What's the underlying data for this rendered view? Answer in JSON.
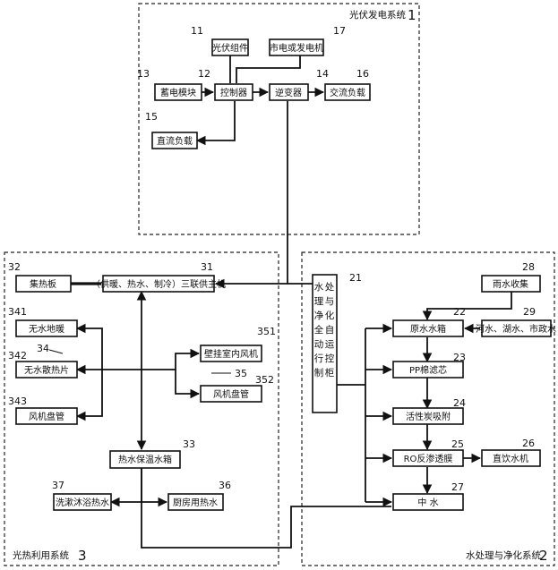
{
  "systems": {
    "pv": {
      "title": "光伏发电系统",
      "num": "1"
    },
    "water": {
      "title": "水处理与净化系统",
      "num": "2"
    },
    "solar": {
      "title": "光热利用系统",
      "num": "3"
    }
  },
  "components": {
    "c11": {
      "num": "11",
      "label": "光伏组件"
    },
    "c17": {
      "num": "17",
      "label": "市电或发电机"
    },
    "c13": {
      "num": "13",
      "label": "蓄电模块"
    },
    "c12": {
      "num": "12",
      "label": "控制器"
    },
    "c14": {
      "num": "14",
      "label": "逆变器"
    },
    "c16": {
      "num": "16",
      "label": "交流负载"
    },
    "c15": {
      "num": "15",
      "label": "直流负载"
    },
    "c21": {
      "num": "21",
      "label": "水处理与净化全自动运行控制柜"
    },
    "c28": {
      "num": "28",
      "label": "雨水收集"
    },
    "c22": {
      "num": "22",
      "label": "原水水箱"
    },
    "c29": {
      "num": "29",
      "label": "河水、湖水、市政水"
    },
    "c23": {
      "num": "23",
      "label": "PP棉滤芯"
    },
    "c24": {
      "num": "24",
      "label": "活性炭吸附"
    },
    "c25": {
      "num": "25",
      "label": "RO反渗透膜"
    },
    "c26": {
      "num": "26",
      "label": "直饮水机"
    },
    "c27": {
      "num": "27",
      "label": "中  水"
    },
    "c32": {
      "num": "32",
      "label": "集热板"
    },
    "c31": {
      "num": "31",
      "label": "（供暖、热水、制冷）三联供主机"
    },
    "c341": {
      "num": "341",
      "label": "无水地暖"
    },
    "c342": {
      "num": "342",
      "label": "无水散热片"
    },
    "c343": {
      "num": "343",
      "label": "风机盘管"
    },
    "c34": {
      "num": "34"
    },
    "c351": {
      "num": "351",
      "label": "壁挂室内风机"
    },
    "c35": {
      "num": "35"
    },
    "c352": {
      "num": "352",
      "label": "风机盘管"
    },
    "c33": {
      "num": "33",
      "label": "热水保温水箱"
    },
    "c37": {
      "num": "37",
      "label": "洗漱沐浴热水"
    },
    "c36": {
      "num": "36",
      "label": "厨房用热水"
    }
  }
}
